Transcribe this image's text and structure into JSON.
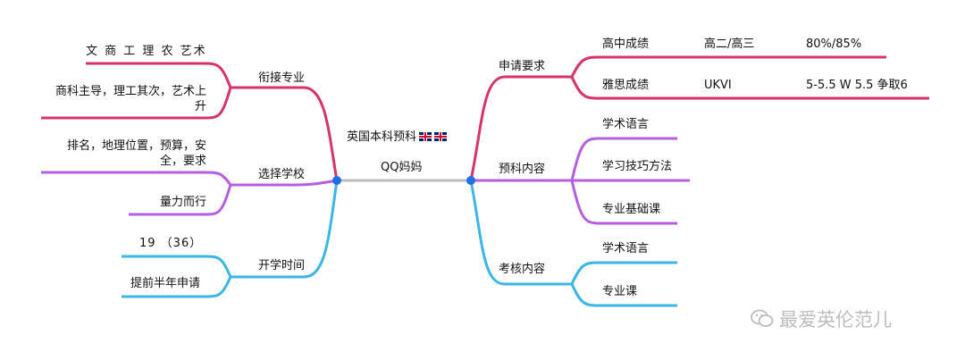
{
  "center": {
    "title": "英国本科预科",
    "subtitle": "QQ妈妈",
    "flag_icons": [
      "uk-flag-icon",
      "uk-flag-icon"
    ]
  },
  "left": {
    "branches": [
      {
        "label": "衔接专业",
        "color": "#d6336c",
        "children": [
          "文 商 工 理 农 艺术",
          "商科主导，理工其次，艺术上升"
        ]
      },
      {
        "label": "选择学校",
        "color": "#b55fe0",
        "children": [
          "排名，地理位置，预算，安全，要求",
          "量力而行"
        ]
      },
      {
        "label": "开学时间",
        "color": "#3bb6e6",
        "children": [
          "19 （36）",
          "提前半年申请"
        ]
      }
    ]
  },
  "right": {
    "branches": [
      {
        "label": "申请要求",
        "color": "#d6336c",
        "children": [
          {
            "name": "高中成绩",
            "col2": "高二/高三",
            "col3": "80%/85%"
          },
          {
            "name": "雅思成绩",
            "col2": "UKVI",
            "col3": "5-5.5 W 5.5 争取6"
          }
        ]
      },
      {
        "label": "预科内容",
        "color": "#b55fe0",
        "children": [
          {
            "name": "学术语言"
          },
          {
            "name": "学习技巧方法"
          },
          {
            "name": "专业基础课"
          }
        ]
      },
      {
        "label": "考核内容",
        "color": "#3bb6e6",
        "children": [
          {
            "name": "学术语言"
          },
          {
            "name": "专业课"
          }
        ]
      }
    ]
  },
  "watermark": {
    "text": "最爱英伦范儿",
    "icon": "wechat-icon"
  }
}
